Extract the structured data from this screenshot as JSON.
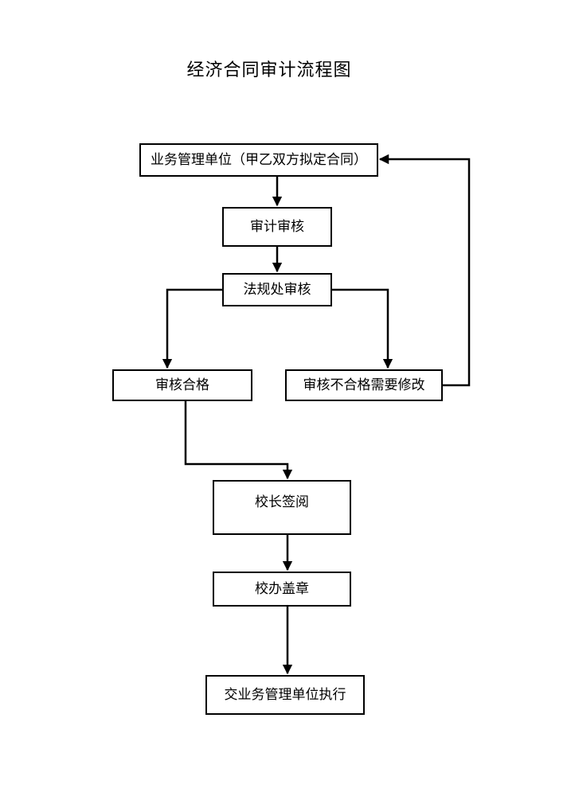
{
  "title": "经济合同审计流程图",
  "nodes": {
    "business_unit": "业务管理单位（甲乙双方拟定合同）",
    "audit_review": "审计审核",
    "legal_review": "法规处审核",
    "review_passed": "审核合格",
    "review_failed": "审核不合格需要修改",
    "principal_review": "校长签阅",
    "office_seal": "校办盖章",
    "execution": "交业务管理单位执行"
  },
  "colors": {
    "line": "#000000",
    "background": "#ffffff"
  }
}
